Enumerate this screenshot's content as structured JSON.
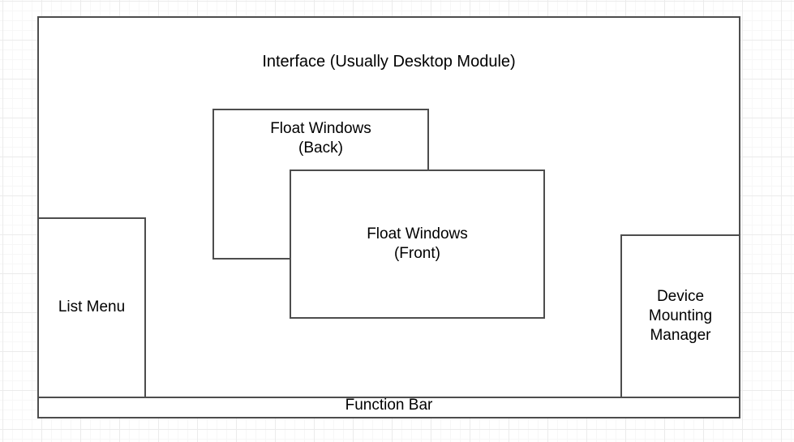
{
  "diagram": {
    "type": "ui-architecture-block-diagram",
    "background": "graph-paper-grid",
    "stroke_color": "#4d4d4d",
    "fill_color": "#ffffff",
    "text_color": "#000000",
    "nodes": {
      "interface": {
        "label": "Interface (Usually Desktop Module)",
        "role": "root-container"
      },
      "list_menu": {
        "label": "List Menu",
        "role": "left-panel"
      },
      "float_window_back": {
        "label": "Float Windows\n(Back)",
        "role": "overlay-window-back"
      },
      "float_window_front": {
        "label": "Float Windows\n(Front)",
        "role": "overlay-window-front"
      },
      "device_mounting_manager": {
        "label": "Device\nMounting\nManager",
        "role": "right-panel"
      },
      "function_bar": {
        "label": "Function Bar",
        "role": "bottom-bar"
      }
    }
  }
}
